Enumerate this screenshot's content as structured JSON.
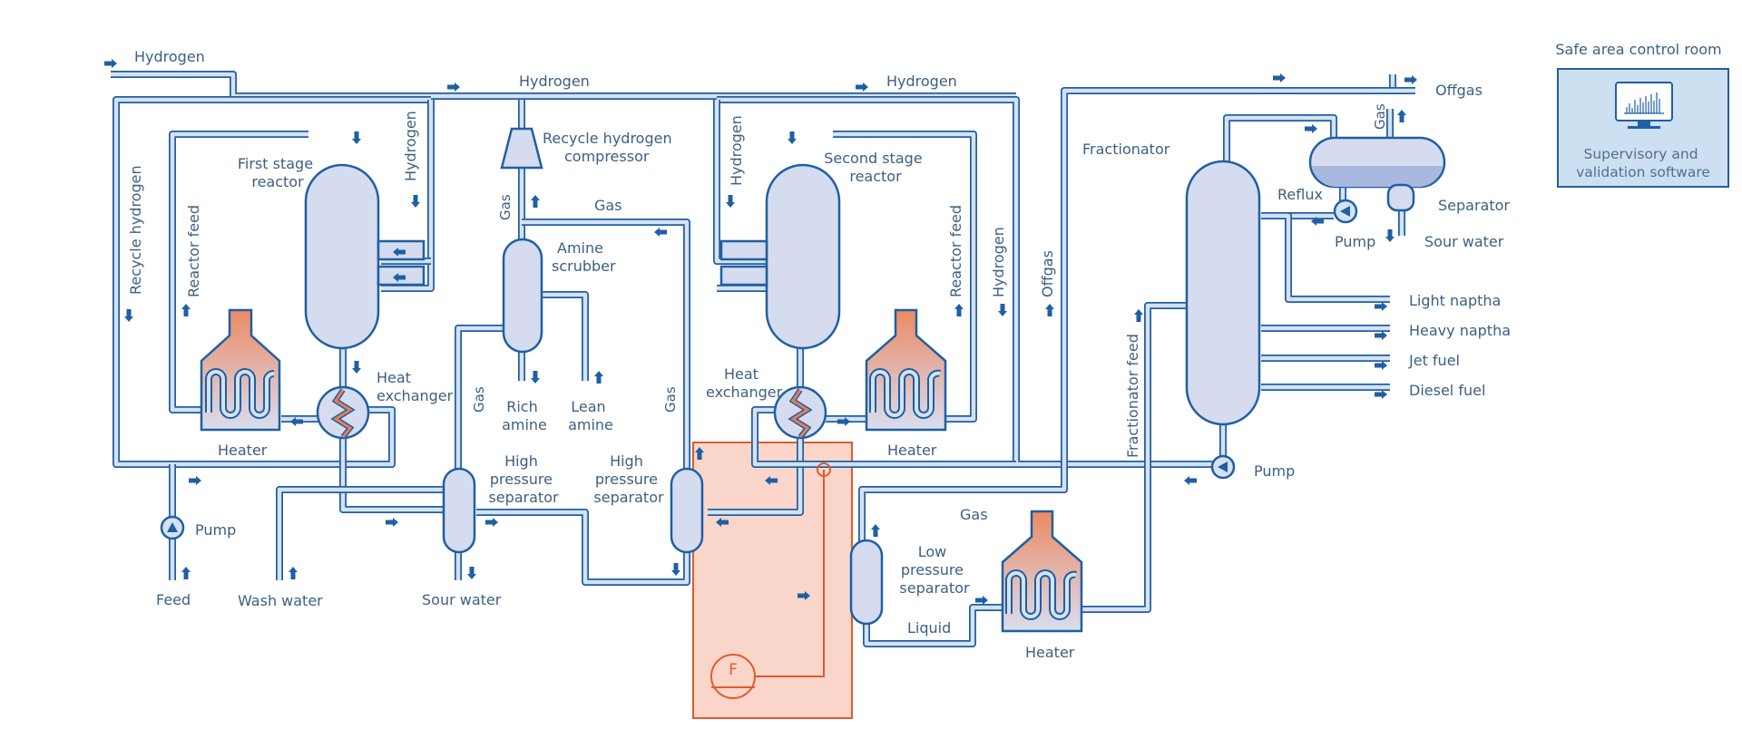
{
  "colors": {
    "pipe": "#1f5fa3",
    "pipe_fill": "#d6e1f2",
    "vessel_fill": "#d5dcef",
    "label": "#3d5f82",
    "heater_top": "#ec8a63",
    "heater_bottom": "#d9def0",
    "meter_zone_fill": "#f9d6c9",
    "meter_zone_stroke": "#e35a2b",
    "control_room_fill": "#cde0f1"
  },
  "control_room": {
    "title": "Safe area control room",
    "software": [
      "Supervisory and",
      "validation software"
    ],
    "icon": "monitor-chart-icon"
  },
  "flow_meter": {
    "symbol": "F",
    "icon": "flow-meter-icon"
  },
  "labels": {
    "hydrogen_in": "Hydrogen",
    "hydrogen_top_1": "Hydrogen",
    "hydrogen_top_2": "Hydrogen",
    "offgas_top": "Offgas",
    "first_stage_reactor": [
      "First stage",
      "reactor"
    ],
    "second_stage_reactor": [
      "Second stage",
      "reactor"
    ],
    "recycle_hydrogen_compressor": [
      "Recycle hydrogen",
      "compressor"
    ],
    "amine_scrubber": [
      "Amine",
      "scrubber"
    ],
    "recycle_hydrogen_v": "Recycle hydrogen",
    "reactor_feed_left_v": "Reactor feed",
    "hydrogen_left_v": "Hydrogen",
    "hydrogen_mid_v": "Hydrogen",
    "reactor_feed_right_v": "Reactor feed",
    "hydrogen_right_v": "Hydrogen",
    "offgas_v": "Offgas",
    "fractionator_feed_v": "Fractionator feed",
    "gas_compressor_v": "Gas",
    "gas_hps_left_v": "Gas",
    "gas_hps_right_v": "Gas",
    "gas_separator_v": "Gas",
    "gas_h": "Gas",
    "gas_lps": "Gas",
    "heat_exchanger_left": [
      "Heat",
      "exchanger"
    ],
    "heat_exchanger_right": [
      "Heat",
      "exchanger"
    ],
    "heater_left": "Heater",
    "heater_right": "Heater",
    "heater_bottom": "Heater",
    "rich_amine": [
      "Rich",
      "amine"
    ],
    "lean_amine": [
      "Lean",
      "amine"
    ],
    "hps_left": [
      "High",
      "pressure",
      "separator"
    ],
    "hps_right": [
      "High",
      "pressure",
      "separator"
    ],
    "lps": [
      "Low",
      "pressure",
      "separator"
    ],
    "liquid": "Liquid",
    "pump_feed": "Pump",
    "pump_fractionator": "Pump",
    "pump_reflux": "Pump",
    "feed": "Feed",
    "wash_water": "Wash water",
    "sour_water_bottom": "Sour water",
    "sour_water_top": "Sour water",
    "fractionator": "Fractionator",
    "reflux": "Reflux",
    "separator": "Separator",
    "products": [
      "Light naptha",
      "Heavy naptha",
      "Jet fuel",
      "Diesel fuel"
    ]
  }
}
